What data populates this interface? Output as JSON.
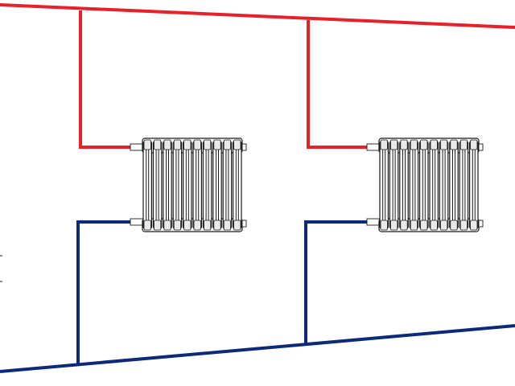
{
  "colors": {
    "supply_pipe": "#e8202a",
    "return_pipe": "#0d2a7a",
    "radiator_outline": "#1a1a1a",
    "background": "#ffffff"
  },
  "diagram": {
    "type": "two-pipe heating system schematic",
    "radiators": [
      {
        "id": "radiator-1",
        "sections": 10
      },
      {
        "id": "radiator-2",
        "sections": 10
      }
    ]
  }
}
